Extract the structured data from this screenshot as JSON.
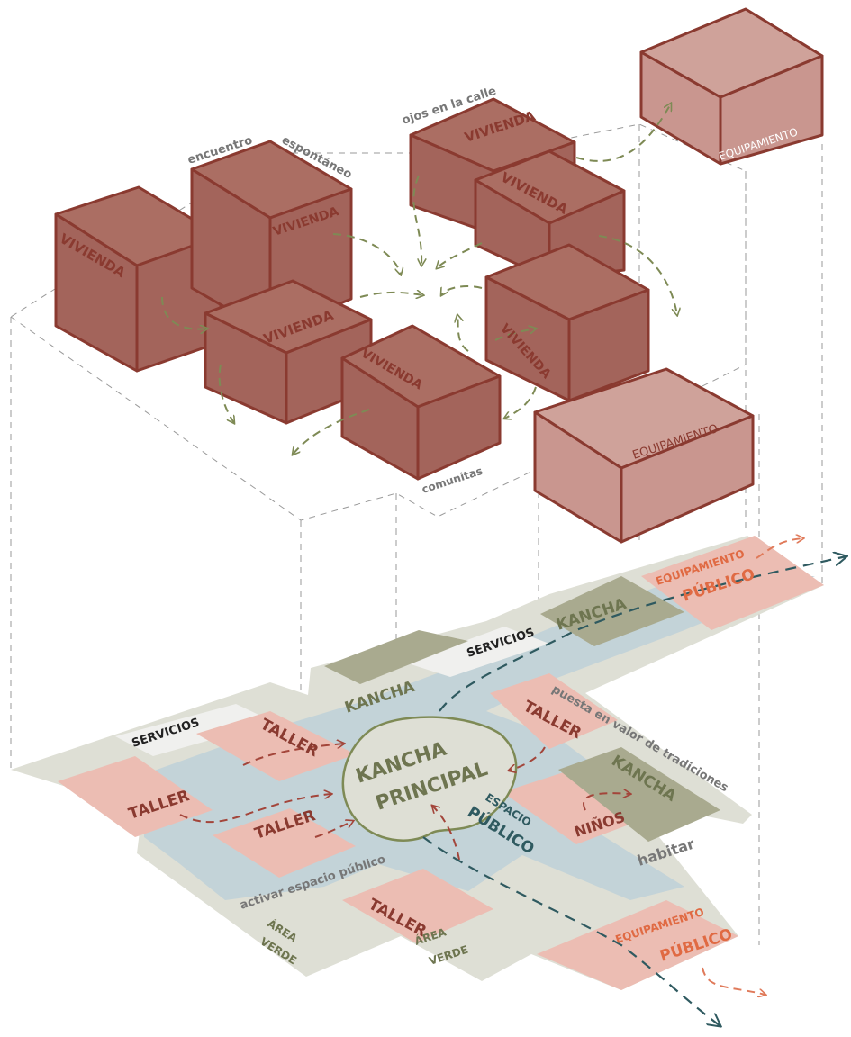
{
  "colors": {
    "block_dark": "#a3645b",
    "block_dark_top": "#ab6e63",
    "block_light": "#c9968f",
    "block_light_top": "#cfa29a",
    "block_stroke": "#8a3a30",
    "paper": "#dedfd5",
    "path": "#c3d3d8",
    "taller": "#ecbdb3",
    "cancha": "#a9aa8f",
    "servicios": "#f0f0ee",
    "equip_floor": "#ecbdb3",
    "arrow_green": "#7e8a55",
    "arrow_red": "#a3453a",
    "arrow_orange": "#e07a5a",
    "arrow_teal": "#2f5a60",
    "text_grey": "#777777",
    "text_red": "#8a3a30",
    "text_green": "#6e7550",
    "text_orange": "#e06a43",
    "text_teal": "#2f5a60"
  },
  "upper": {
    "vivienda": "VIVIENDA",
    "equipamiento": "EQUIPAMIENTO",
    "notes": {
      "encuentro": "encuentro",
      "espontaneo": "espontáneo",
      "ojos": "ojos en la calle",
      "comunitas": "comunitas"
    }
  },
  "lower": {
    "taller": "TALLER",
    "servicios": "SERVICIOS",
    "kancha": "KANCHA",
    "kancha_principal_1": "KANCHA",
    "kancha_principal_2": "PRINCIPAL",
    "espacio": "ESPACIO",
    "publico": "PÚBLICO",
    "equipamiento": "EQUIPAMIENTO",
    "ninos": "NIÑOS",
    "area": "ÁREA",
    "verde": "VERDE",
    "notes": {
      "puesta": "puesta en valor de tradiciones",
      "activar": "activar espacio público",
      "habitar": "habitar"
    }
  }
}
